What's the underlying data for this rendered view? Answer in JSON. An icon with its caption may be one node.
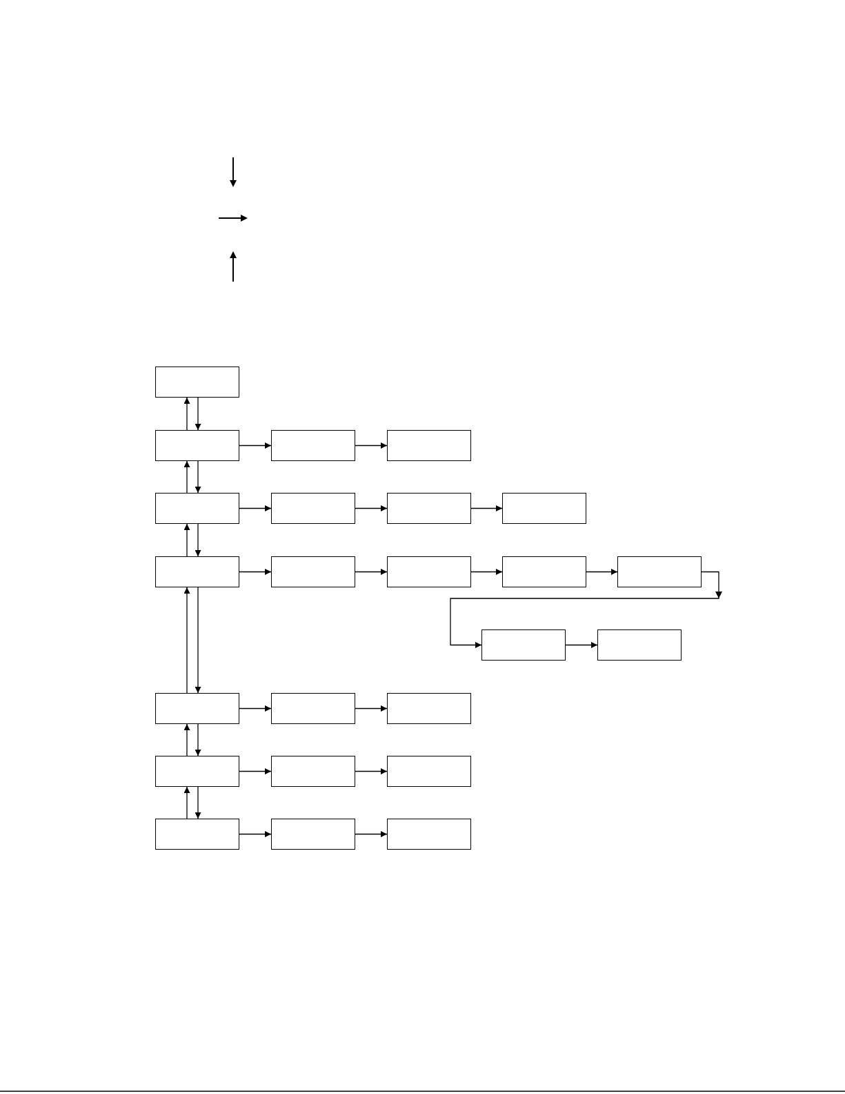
{
  "diagram": {
    "nodes": [
      {
        "text": [],
        "shape": "box"
      },
      {
        "text": [],
        "shape": "box"
      },
      {
        "text": [],
        "shape": "box"
      },
      {
        "text": [],
        "shape": "box"
      },
      {
        "text": [],
        "shape": "box"
      },
      {
        "text": [],
        "shape": "box"
      },
      {
        "text": [],
        "shape": "box"
      },
      {
        "text": [],
        "shape": "box"
      },
      {
        "text": [],
        "shape": "box"
      },
      {
        "text": [],
        "shape": "box"
      },
      {
        "text": [],
        "shape": "box"
      },
      {
        "text": [],
        "shape": "box"
      },
      {
        "text": [],
        "shape": "box"
      },
      {
        "text": [],
        "shape": "box"
      },
      {
        "text": [],
        "shape": "box"
      },
      {
        "text": [],
        "shape": "box"
      },
      {
        "text": [],
        "shape": "box"
      },
      {
        "text": [],
        "shape": "box"
      },
      {
        "text": [],
        "shape": "box"
      },
      {
        "text": [],
        "shape": "box"
      },
      {
        "text": [],
        "shape": "box"
      },
      {
        "text": [],
        "shape": "box"
      },
      {
        "text": [],
        "shape": "box"
      },
      {
        "text": [],
        "shape": "box"
      }
    ],
    "edges": [
      {
        "from": 1,
        "to": 0,
        "arrow": "to"
      },
      {
        "from": 0,
        "to": 1,
        "arrow": "to"
      },
      {
        "from": 1,
        "to": 2,
        "arrow": "to"
      },
      {
        "from": 2,
        "to": 3,
        "arrow": "to"
      },
      {
        "from": 4,
        "to": 1,
        "arrow": "to"
      },
      {
        "from": 1,
        "to": 4,
        "arrow": "to"
      },
      {
        "from": 4,
        "to": 5,
        "arrow": "to"
      },
      {
        "from": 5,
        "to": 6,
        "arrow": "to"
      },
      {
        "from": 6,
        "to": 7,
        "arrow": "to"
      },
      {
        "from": 8,
        "to": 4,
        "arrow": "to"
      },
      {
        "from": 4,
        "to": 8,
        "arrow": "to"
      },
      {
        "from": 8,
        "to": 9,
        "arrow": "to"
      },
      {
        "from": 9,
        "to": 10,
        "arrow": "to"
      },
      {
        "from": 10,
        "to": 11,
        "arrow": "to"
      },
      {
        "from": 11,
        "to": 12,
        "arrow": "to"
      },
      {
        "from": 12,
        "to": 13,
        "arrow": "to"
      },
      {
        "from": 13,
        "to": 14,
        "arrow": "to"
      },
      {
        "from": 15,
        "to": 8,
        "arrow": "to"
      },
      {
        "from": 8,
        "to": 15,
        "arrow": "to"
      },
      {
        "from": 15,
        "to": 16,
        "arrow": "to"
      },
      {
        "from": 16,
        "to": 17,
        "arrow": "to"
      },
      {
        "from": 18,
        "to": 15,
        "arrow": "to"
      },
      {
        "from": 15,
        "to": 18,
        "arrow": "to"
      },
      {
        "from": 18,
        "to": 19,
        "arrow": "to"
      },
      {
        "from": 19,
        "to": 20,
        "arrow": "to"
      },
      {
        "from": 21,
        "to": 18,
        "arrow": "to"
      },
      {
        "from": 18,
        "to": 21,
        "arrow": "to"
      },
      {
        "from": 21,
        "to": 22,
        "arrow": "to"
      },
      {
        "from": 22,
        "to": 23,
        "arrow": "to"
      }
    ]
  }
}
